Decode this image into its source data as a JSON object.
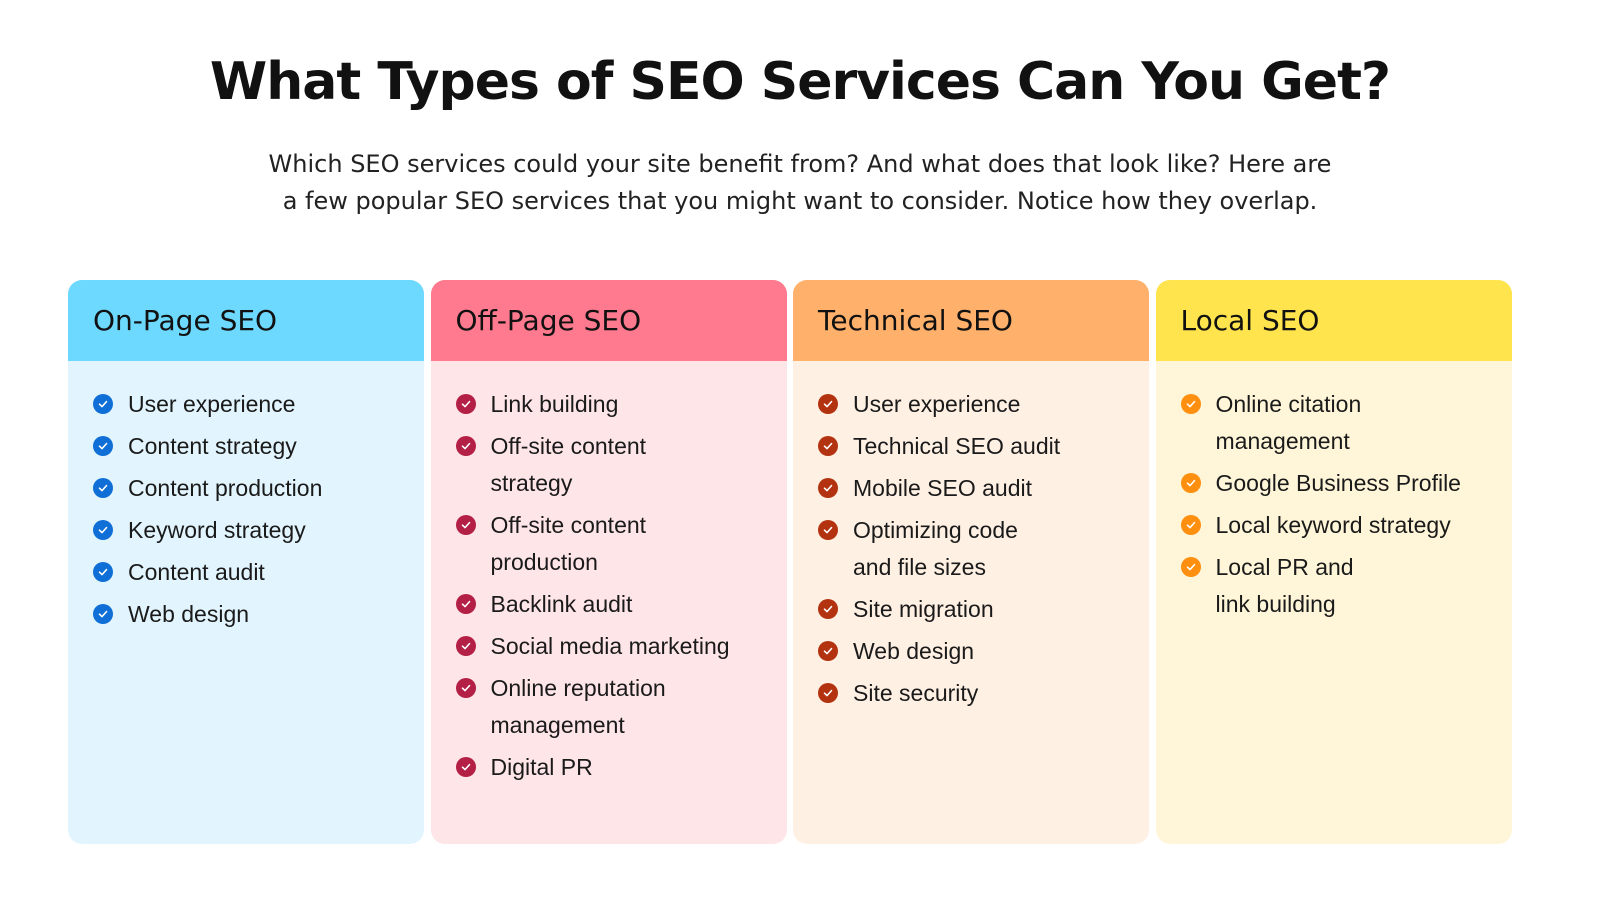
{
  "header": {
    "title": "What Types of SEO Services Can You Get?",
    "subtitle_line1": "Which SEO services could your site benefit from? And what does that look like? Here are",
    "subtitle_line2": "a few popular SEO services that you might want to consider. Notice how they overlap."
  },
  "cards": [
    {
      "title": "On-Page SEO",
      "header_color": "#6dd9fe",
      "body_color": "#e2f5fe",
      "check_color": "#0f6fd6",
      "icon": "check-circle-icon",
      "items": [
        "User experience",
        "Content strategy",
        "Content production",
        "Keyword strategy",
        "Content audit",
        "Web design"
      ]
    },
    {
      "title": "Off-Page SEO",
      "header_color": "#ff7a8e",
      "body_color": "#fde5e8",
      "check_color": "#b31f45",
      "icon": "check-circle-icon",
      "items": [
        "Link building",
        "Off-site content\nstrategy",
        "Off-site content\nproduction",
        "Backlink audit",
        "Social media marketing",
        "Online reputation\nmanagement",
        "Digital PR"
      ]
    },
    {
      "title": "Technical SEO",
      "header_color": "#ffb06b",
      "body_color": "#fff0e4",
      "check_color": "#b33311",
      "icon": "check-circle-icon",
      "items": [
        "User experience",
        "Technical SEO audit",
        "Mobile SEO audit",
        "Optimizing code\nand file sizes",
        "Site migration",
        "Web design",
        "Site security"
      ]
    },
    {
      "title": "Local SEO",
      "header_color": "#ffe44d",
      "body_color": "#fff6d9",
      "check_color": "#ff8f0f",
      "icon": "check-circle-icon",
      "items": [
        "Online citation\nmanagement",
        "Google Business Profile",
        "Local keyword strategy",
        "Local PR and\nlink building"
      ]
    }
  ]
}
